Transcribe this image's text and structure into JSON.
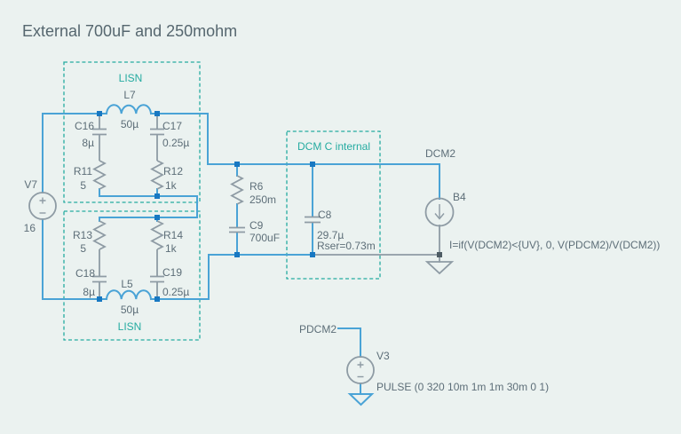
{
  "title": "External 700uF and 250mohm",
  "colors": {
    "background": "#ebf2f0",
    "wire_blue": "#4aa3d6",
    "component_gray": "#8e9ba4",
    "label_gray": "#5d6e78",
    "group_teal": "#25aba1",
    "junction_blue": "#1878c2",
    "junction_dark": "#4e5c64"
  },
  "groups": {
    "lisn_top": {
      "label": "LISN"
    },
    "lisn_bottom": {
      "label": "LISN"
    },
    "dcm_internal": {
      "label": "DCM C internal"
    }
  },
  "components": {
    "V7": {
      "ref": "V7",
      "value": "16"
    },
    "L7": {
      "ref": "L7",
      "value": "50µ"
    },
    "C16": {
      "ref": "C16",
      "value": "8µ"
    },
    "C17": {
      "ref": "C17",
      "value": "0.25µ"
    },
    "R11": {
      "ref": "R11",
      "value": "5"
    },
    "R12": {
      "ref": "R12",
      "value": "1k"
    },
    "R13": {
      "ref": "R13",
      "value": "5"
    },
    "R14": {
      "ref": "R14",
      "value": "1k"
    },
    "C18": {
      "ref": "C18",
      "value": "8µ"
    },
    "C19": {
      "ref": "C19",
      "value": "0.25µ"
    },
    "L5": {
      "ref": "L5",
      "value": "50µ"
    },
    "R6": {
      "ref": "R6",
      "value": "250m"
    },
    "C9": {
      "ref": "C9",
      "value": "700uF"
    },
    "C8": {
      "ref": "C8",
      "value": "29.7µ",
      "rser": "Rser=0.73m"
    },
    "B4": {
      "ref": "B4",
      "formula": "I=if(V(DCM2)<{UV}, 0, V(PDCM2)/V(DCM2))"
    },
    "V3": {
      "ref": "V3",
      "value": "PULSE (0 320 10m 1m 1m 30m 0 1)"
    }
  },
  "nets": {
    "dcm2": "DCM2",
    "pdcm2": "PDCM2"
  }
}
